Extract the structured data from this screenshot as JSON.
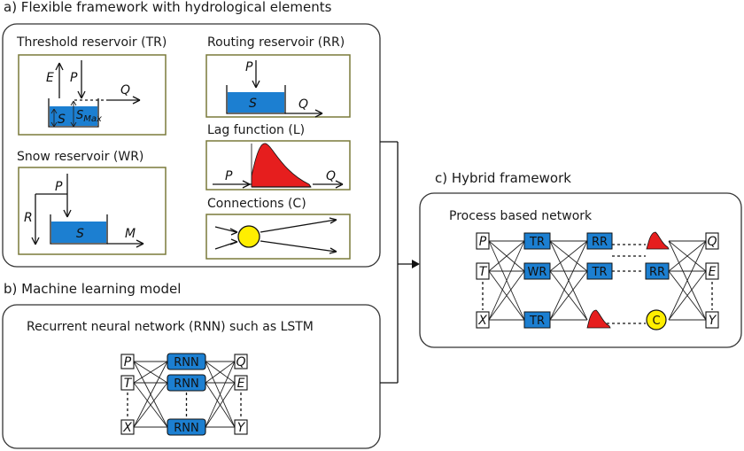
{
  "panel_a": {
    "title": "a) Flexible framework with hydrological elements",
    "threshold": {
      "title": "Threshold reservoir (TR)",
      "E": "E",
      "P": "P",
      "Q": "Q",
      "S": "S",
      "smax_s": "S",
      "smax_sub": "Max"
    },
    "routing": {
      "title": "Routing reservoir (RR)",
      "P": "P",
      "S": "S",
      "Q": "Q"
    },
    "snow": {
      "title": "Snow reservoir (WR)",
      "P": "P",
      "R": "R",
      "S": "S",
      "M": "M"
    },
    "lag": {
      "title": "Lag function (L)",
      "P": "P",
      "Q": "Q"
    },
    "connections": {
      "title": "Connections (C)"
    }
  },
  "panel_b": {
    "title": "b) Machine learning model",
    "net_title": "Recurrent neural network (RNN) such as LSTM",
    "inputs": [
      "P",
      "T",
      "X"
    ],
    "hidden": [
      "RNN",
      "RNN",
      "RNN"
    ],
    "outputs": [
      "Q",
      "E",
      "Y"
    ]
  },
  "panel_c": {
    "title": "c) Hybrid framework",
    "net_title": "Process based network",
    "inputs": [
      "P",
      "T",
      "X"
    ],
    "col1": [
      "TR",
      "WR",
      "TR"
    ],
    "col2": [
      "RR",
      "TR"
    ],
    "col4": [
      "RR"
    ],
    "c_label": "C",
    "outputs": [
      "Q",
      "E",
      "Y"
    ]
  },
  "colors": {
    "water": "#1c7fd1",
    "lag": "#e61e1e",
    "connector": "#ffee00",
    "panel_border": "#7a7a3a"
  }
}
